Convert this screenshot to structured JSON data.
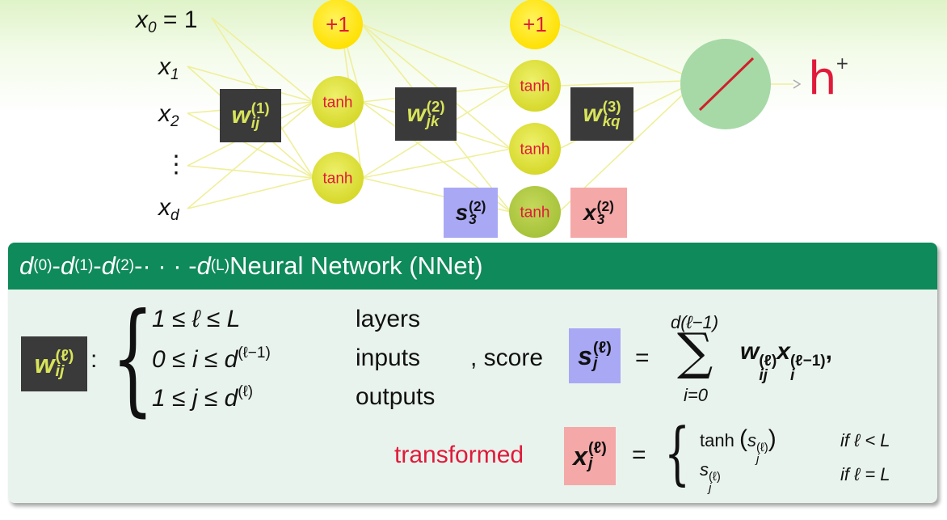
{
  "diagram": {
    "inputs": [
      {
        "name": "x",
        "sub": "0",
        "suffix": " = 1"
      },
      {
        "name": "x",
        "sub": "1",
        "suffix": ""
      },
      {
        "name": "x",
        "sub": "2",
        "suffix": ""
      },
      {
        "name": "⋮",
        "sub": "",
        "suffix": ""
      },
      {
        "name": "x",
        "sub": "d",
        "suffix": ""
      }
    ],
    "bias_label": "+1",
    "neuron_label": "tanh",
    "output_label": "h",
    "output_mark": "+",
    "weights": [
      {
        "base": "w",
        "sup": "(1)",
        "sub": "ij"
      },
      {
        "base": "w",
        "sup": "(2)",
        "sub": "jk"
      },
      {
        "base": "w",
        "sup": "(3)",
        "sub": "kq"
      }
    ],
    "score_tag": {
      "base": "s",
      "sup": "(2)",
      "sub": "3"
    },
    "output_tag": {
      "base": "x",
      "sup": "(2)",
      "sub": "3"
    },
    "colors": {
      "neuron": "#e2e33a",
      "bias": "#ffea00",
      "output_node": "#a6d9a6",
      "weight_box": "#3a3a3a",
      "score_box": "#a9a8f5",
      "out_box": "#f5a8a8",
      "panel_header": "#0f8a5a",
      "panel_bg": "#e9f3ed",
      "h_color": "#e01a3a"
    }
  },
  "panel": {
    "title_parts": [
      "d",
      "(0)",
      "-",
      "d",
      "(1)",
      "-",
      "d",
      "(2)",
      "-· · · -",
      "d",
      "(L)"
    ],
    "title_rest": " Neural Network (NNet)",
    "w_label": {
      "base": "w",
      "sup": "(ℓ)",
      "sub": "ij"
    },
    "colon": ":",
    "rows": [
      {
        "cond": "1 ≤ ℓ ≤ L",
        "desc": "layers"
      },
      {
        "cond": "0 ≤ i ≤ d",
        "cond_sup": "(ℓ−1)",
        "desc": "inputs"
      },
      {
        "cond": "1 ≤ j ≤ d",
        "cond_sup": "(ℓ)",
        "desc": "outputs"
      }
    ],
    "score_word": ", score",
    "score_sym": {
      "base": "s",
      "sup": "(ℓ)",
      "sub": "j"
    },
    "sum_top": "d(ℓ−1)",
    "sum_bottom": "i=0",
    "sum_term": "w x",
    "transformed_word": "transformed",
    "x_sym": {
      "base": "x",
      "sup": "(ℓ)",
      "sub": "j"
    },
    "case1_expr": "tanh",
    "case1_cond": "if ℓ < L",
    "case2_cond": "if ℓ = L"
  }
}
